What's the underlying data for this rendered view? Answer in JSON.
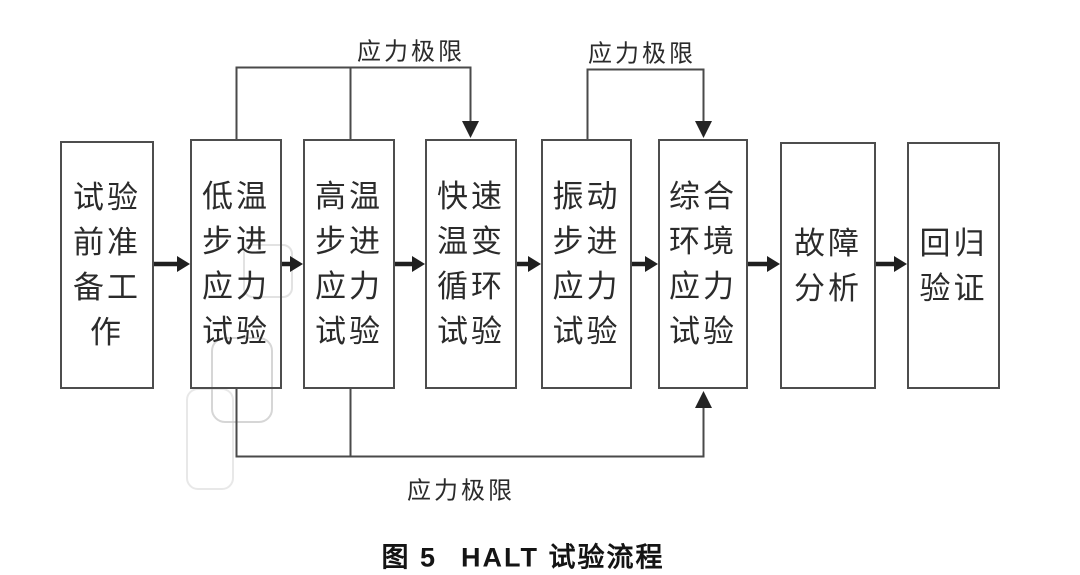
{
  "figure": {
    "caption_prefix": "图 5",
    "caption_title": "HALT 试验流程"
  },
  "labels": {
    "stress_limit_top_left": "应力极限",
    "stress_limit_top_right": "应力极限",
    "stress_limit_bottom": "应力极限"
  },
  "flow": {
    "boxes": [
      {
        "id": "test-preparation",
        "text": "试验\n前准\n备工\n作"
      },
      {
        "id": "low-temp-step-stress",
        "text": "低温\n步进\n应力\n试验"
      },
      {
        "id": "high-temp-step-stress",
        "text": "高温\n步进\n应力\n试验"
      },
      {
        "id": "rapid-temp-cycle",
        "text": "快速\n温变\n循环\n试验"
      },
      {
        "id": "vibration-step-stress",
        "text": "振动\n步进\n应力\n试验"
      },
      {
        "id": "combined-env-stress",
        "text": "综合\n环境\n应力\n试验"
      },
      {
        "id": "failure-analysis",
        "text": "故障\n分析"
      },
      {
        "id": "regression-verification",
        "text": "回归\n验证"
      }
    ]
  },
  "colors": {
    "box_border": "#4d4d4d",
    "connector_line": "#4a4a4a",
    "arrow": "#1f1f1f",
    "text": "#2b2b2b",
    "watermark": "#d9d9d9",
    "background": "#ffffff"
  }
}
